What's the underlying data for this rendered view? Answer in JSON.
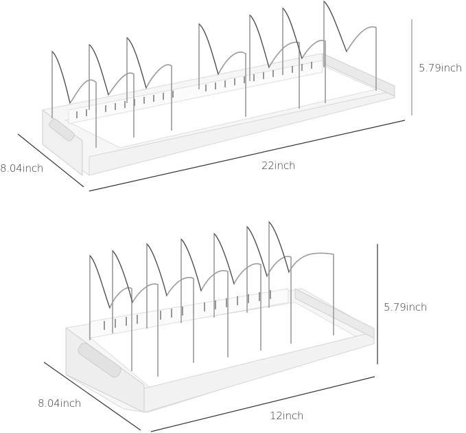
{
  "colors": {
    "background": "#ffffff",
    "rack_body": "#fafafa",
    "rack_shadow": "#e2e2e2",
    "rack_edge": "#cfcfcf",
    "wire": "#9a9a9a",
    "wire_dark": "#3a3a3a",
    "dimension_line": "#333333",
    "dimension_line_vertical": "#9a9a9a",
    "label_text": "#333333"
  },
  "top_rack": {
    "description": "Extended pot lid organizer rack",
    "height_label": "5.79inch",
    "depth_label": "8.04inch",
    "length_label": "22inch",
    "dividers": 7
  },
  "bottom_rack": {
    "description": "Retracted pot lid organizer rack",
    "height_label": "5.79inch",
    "depth_label": "8.04inch",
    "length_label": "12inch",
    "dividers": 7
  }
}
